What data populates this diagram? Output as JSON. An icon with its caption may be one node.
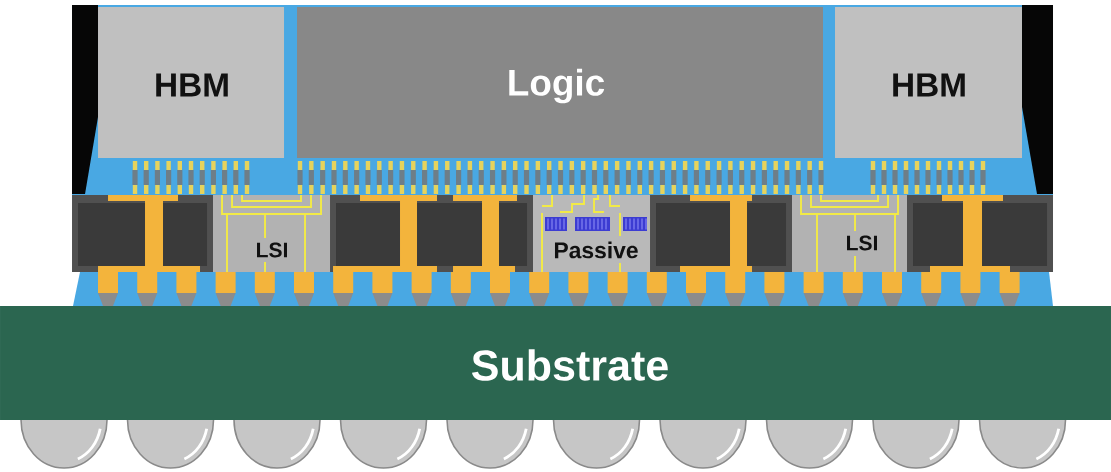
{
  "diagram": {
    "nodes": [
      {
        "text": [
          "HBM"
        ]
      },
      {
        "text": [
          "Logic"
        ]
      },
      {
        "text": [
          "HBM"
        ]
      },
      {
        "text": [
          "LSI"
        ]
      },
      {
        "text": [
          "Passive"
        ]
      },
      {
        "text": [
          "LSI"
        ]
      },
      {
        "text": [
          "Substrate"
        ]
      }
    ]
  }
}
